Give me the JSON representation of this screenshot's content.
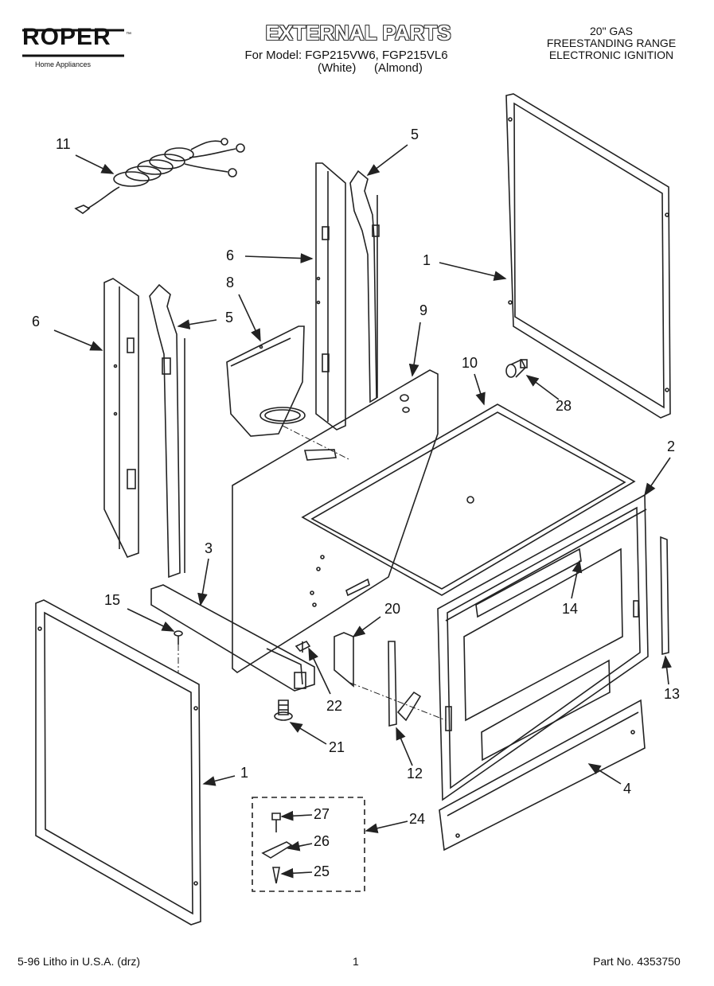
{
  "header": {
    "brand": "ROPER",
    "brand_mark": "™",
    "brand_sub": "Home Appliances",
    "title": "EXTERNAL PARTS",
    "model_line": "For Model: FGP215VW6, FGP215VL6",
    "color_1": "(White)",
    "color_2": "(Almond)",
    "product_lines": [
      "20\" GAS",
      "FREESTANDING RANGE",
      "ELECTRONIC IGNITION"
    ]
  },
  "callouts": [
    "11",
    "5",
    "6",
    "1",
    "8",
    "5",
    "6",
    "9",
    "10",
    "28",
    "2",
    "3",
    "15",
    "20",
    "14",
    "13",
    "22",
    "21",
    "12",
    "4",
    "1",
    "27",
    "24",
    "26",
    "25"
  ],
  "footer": {
    "left": "5-96 Litho in U.S.A. (drz)",
    "page": "1",
    "part_no": "Part No. 4353750"
  },
  "colors": {
    "line": "#222222",
    "background": "#ffffff"
  }
}
